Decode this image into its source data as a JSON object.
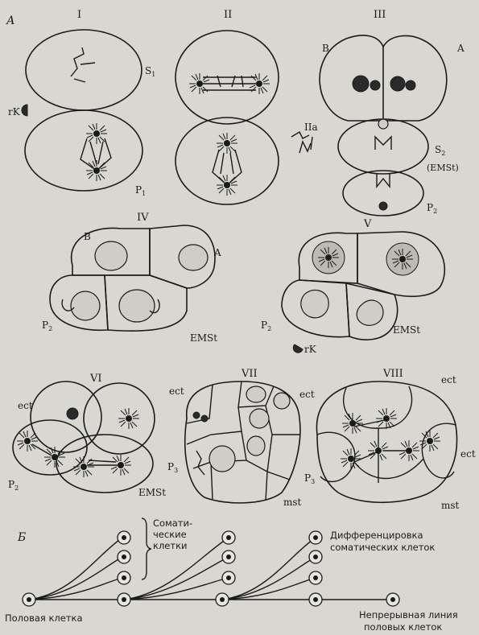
{
  "section_a": "А",
  "section_b": "Б",
  "stages": [
    "I",
    "II",
    "III",
    "IV",
    "V",
    "VI",
    "VII",
    "VIII"
  ],
  "labels": {
    "s1": "S",
    "s1_sub": "1",
    "p1": "P",
    "p1_sub": "1",
    "rk": "rK",
    "b": "B",
    "a": "A",
    "iia": "IIa",
    "s2": "S",
    "s2_sub": "2",
    "ems1_paren": "(EMSt)",
    "p2": "P",
    "p2_sub": "2",
    "p3": "P",
    "p3_sub": "3",
    "ems1": "EMSt",
    "ect": "ect",
    "mst": "mst"
  },
  "lineage": {
    "somatic_cells": [
      "Сомати-",
      "ческие",
      "клетки"
    ],
    "differentiation": [
      "Дифференцировка",
      "соматических клеток"
    ],
    "germ_cell": "Половая клетка",
    "germ_line": [
      "Непрерывная линия",
      "половых клеток"
    ]
  }
}
